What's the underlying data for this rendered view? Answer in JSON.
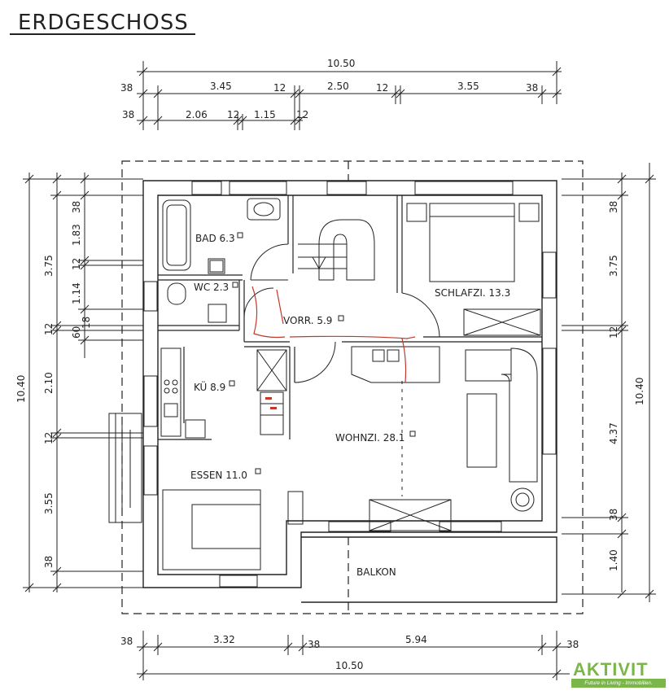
{
  "title": "ERDGESCHOSS",
  "dimensions": {
    "top_overall": "10.50",
    "top_row1": [
      "38",
      "3.45",
      "12",
      "2.50",
      "12",
      "3.55",
      "38"
    ],
    "top_row2": [
      "38",
      "2.06",
      "12",
      "1.15",
      "12"
    ],
    "bottom_row1": [
      "38",
      "3.32",
      "38",
      "5.94",
      "38"
    ],
    "bottom_overall": "10.50",
    "left_overall": "10.40",
    "left_row1": [
      "3.75",
      "12",
      "2.10",
      "12",
      "3.55",
      "38"
    ],
    "left_row2": [
      "38",
      "1.83",
      "12",
      "1.14",
      "60",
      "18"
    ],
    "right_overall": "10.40",
    "right_row1": [
      "38",
      "3.75",
      "12",
      "4.37",
      "38",
      "1.40"
    ]
  },
  "rooms": {
    "bad": "BAD 6.3",
    "wc": "WC 2.3",
    "vorr": "VORR. 5.9",
    "schlafzi": "SCHLAFZI. 13.3",
    "kue": "KÜ 8.9",
    "wohnzi": "WOHNZI. 28.1",
    "essen": "ESSEN 11.0",
    "balkon": "BALKON"
  },
  "logo": {
    "mark": "AKTIVIT",
    "tagline": "Future in Living - Immobilien."
  },
  "colors": {
    "ink": "#222222",
    "logo_green": "#7ab648",
    "marker_red": "#c0392b"
  }
}
